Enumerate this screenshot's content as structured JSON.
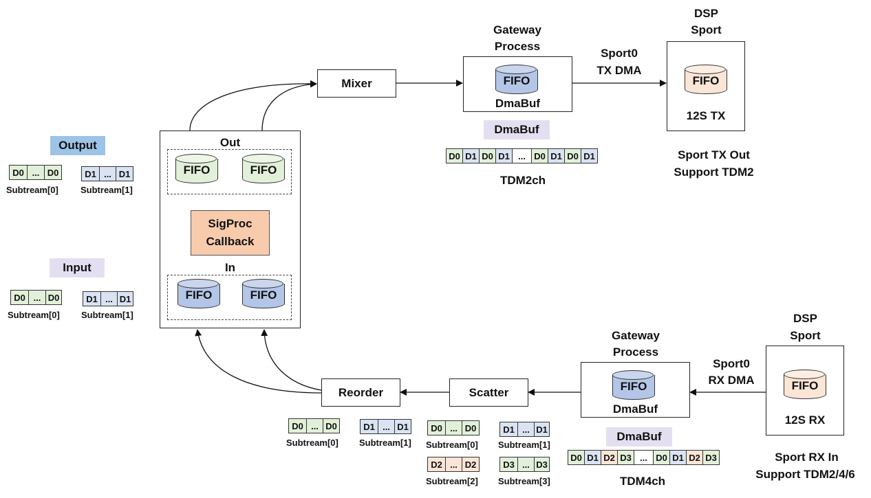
{
  "legend": {
    "output_label": "Output",
    "input_label": "Input",
    "d0_cell": "D0",
    "d1_cell": "D1",
    "ellipsis": "...",
    "sub0": "Subtream[0]",
    "sub1": "Subtream[1]"
  },
  "sigproc": {
    "out_label": "Out",
    "in_label": "In",
    "fifo": "FIFO",
    "callback_line1": "SigProc",
    "callback_line2": "Callback"
  },
  "tx_path": {
    "mixer": "Mixer",
    "gateway_line1": "Gateway",
    "gateway_line2": "Process",
    "fifo": "FIFO",
    "dmabuf": "DmaBuf",
    "dmabuf_tag": "DmaBuf",
    "dma_line1": "Sport0",
    "dma_line2": "TX DMA",
    "dsp_line1": "DSP",
    "dsp_line2": "Sport",
    "sport_fifo": "FIFO",
    "sport_label": "12S TX",
    "note_line1": "Sport TX Out",
    "note_line2": "Support TDM2",
    "tdm_label": "TDM2ch",
    "tdm_cells": [
      "D0",
      "D1",
      "D0",
      "D1",
      "...",
      "D0",
      "D1",
      "D0",
      "D1"
    ]
  },
  "rx_path": {
    "reorder": "Reorder",
    "scatter": "Scatter",
    "gateway_line1": "Gateway",
    "gateway_line2": "Process",
    "fifo": "FIFO",
    "dmabuf": "DmaBuf",
    "dmabuf_tag": "DmaBuf",
    "dma_line1": "Sport0",
    "dma_line2": "RX DMA",
    "dsp_line1": "DSP",
    "dsp_line2": "Sport",
    "sport_fifo": "FIFO",
    "sport_label": "12S RX",
    "note_line1": "Sport RX In",
    "note_line2": "Support TDM2/4/6",
    "tdm_label": "TDM4ch",
    "tdm_cells": [
      "D0",
      "D1",
      "D2",
      "D3",
      "...",
      "D0",
      "D1",
      "D2",
      "D3"
    ],
    "reorder_subs": [
      {
        "cell": "D0",
        "label": "Subtream[0]"
      },
      {
        "cell": "D1",
        "label": "Subtream[1]"
      }
    ],
    "scatter_subs": [
      {
        "cell": "D0",
        "label": "Subtream[0]"
      },
      {
        "cell": "D1",
        "label": "Subtream[1]"
      },
      {
        "cell": "D2",
        "label": "Subtream[2]"
      },
      {
        "cell": "D3",
        "label": "Subtream[3]"
      }
    ],
    "ellipsis": "..."
  },
  "colors": {
    "green": "#e2f0d9",
    "blue_light": "#dae3f3",
    "blue_fifo": "#b4c6e7",
    "orange": "#fbe5d6",
    "callback": "#f8cbad",
    "output_tag": "#9dc3e6",
    "input_tag": "#e4dff0",
    "dmabuf_tag": "#e4dff0"
  }
}
